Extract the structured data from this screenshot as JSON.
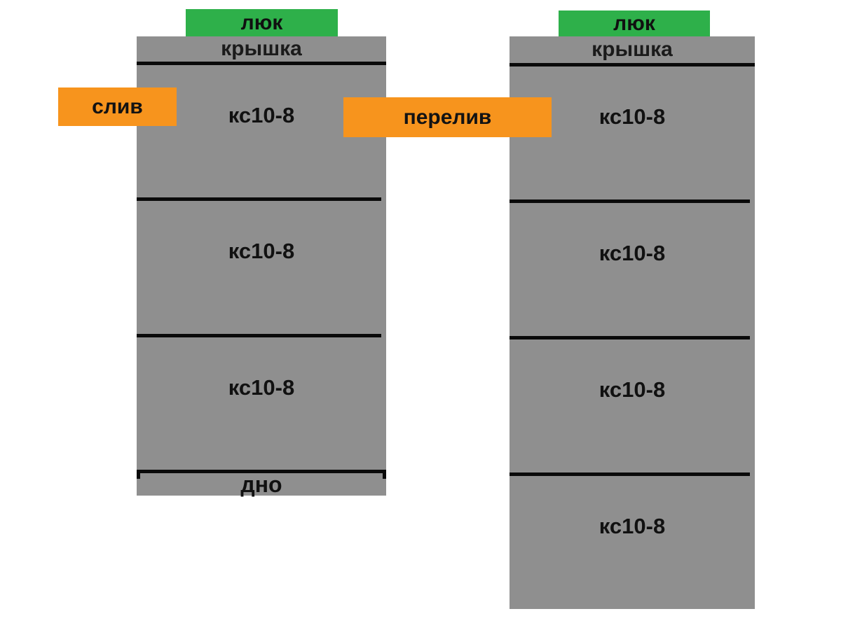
{
  "diagram_title": "septic well scheme from concrete rings",
  "colors": {
    "well_gray": "#8F8F8F",
    "hatch_green": "#2EB04A",
    "pipe_orange": "#F7941D",
    "line_black": "#0A0A0A",
    "background": "#FFFFFF"
  },
  "left_well": {
    "hatch_label": "люк",
    "lid_label": "крышка",
    "rings": [
      "кс10-8",
      "кс10-8",
      "кс10-8"
    ],
    "bottom_label": "дно"
  },
  "right_well": {
    "hatch_label": "люк",
    "lid_label": "крышка",
    "rings": [
      "кс10-8",
      "кс10-8",
      "кс10-8",
      "кс10-8"
    ]
  },
  "pipes": {
    "drain_label": "слив",
    "overflow_label": "перелив"
  }
}
